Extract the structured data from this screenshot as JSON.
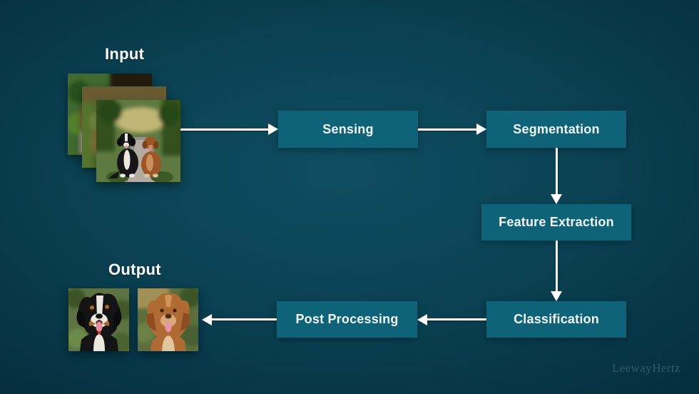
{
  "labels": {
    "input": "Input",
    "output": "Output"
  },
  "boxes": [
    {
      "id": "sensing",
      "label": "Sensing"
    },
    {
      "id": "segmentation",
      "label": "Segmentation"
    },
    {
      "id": "feature-extraction",
      "label": "Feature Extraction"
    },
    {
      "id": "classification",
      "label": "Classification"
    },
    {
      "id": "post-processing",
      "label": "Post Processing"
    }
  ],
  "edges": [
    {
      "from": "input-images",
      "to": "Sensing"
    },
    {
      "from": "Sensing",
      "to": "Segmentation"
    },
    {
      "from": "Segmentation",
      "to": "Feature Extraction"
    },
    {
      "from": "Feature Extraction",
      "to": "Classification"
    },
    {
      "from": "Classification",
      "to": "Post Processing"
    },
    {
      "from": "Post Processing",
      "to": "output-images"
    }
  ],
  "figures": {
    "input_stack": [
      "blurred-dog-in-foliage-photo",
      "blurred-green-foliage-photo",
      "two-dogs-on-forest-path-photo"
    ],
    "output_images": [
      "black-white-dog-closeup-photo",
      "brown-retriever-closeup-photo"
    ]
  },
  "watermark": "LeewayHertz",
  "colors": {
    "background_center": "#0e4d60",
    "background_edge": "#021c25",
    "box_fill": "#0e6378",
    "box_text": "#f2f7f8",
    "arrow": "#ffffff",
    "watermark_text": "#6b8a93"
  }
}
